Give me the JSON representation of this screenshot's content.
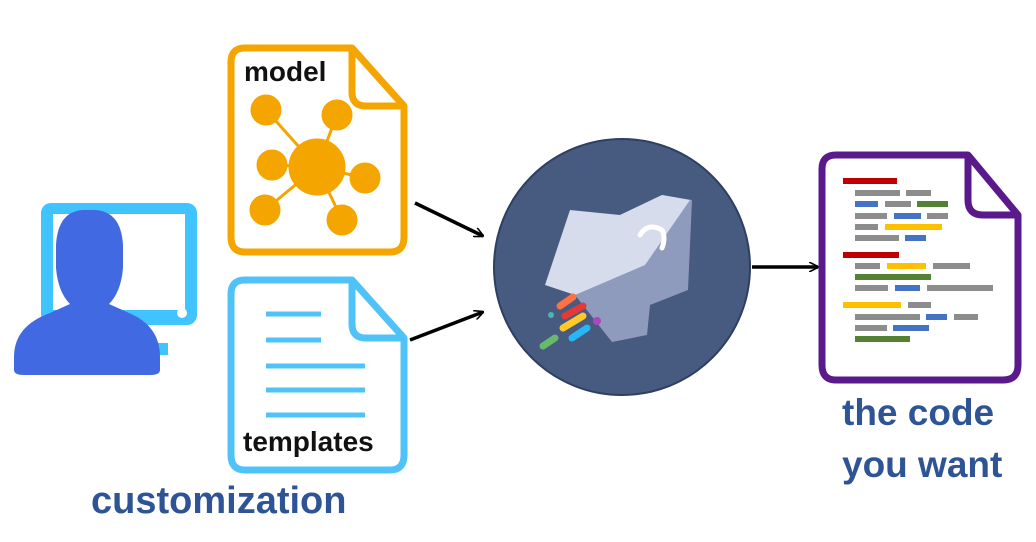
{
  "labels": {
    "model": "model",
    "templates": "templates",
    "customization": "customization",
    "output_line1": "the code",
    "output_line2": "you want"
  },
  "colors": {
    "model_doc": "#f5a500",
    "templates_doc": "#4fc3f7",
    "output_doc": "#5a1a8c",
    "user": "#4169e1",
    "monitor": "#40c4ff",
    "generator_circle": "#475a80",
    "caption": "#2f5496",
    "code_red": "#c00000",
    "code_gray": "#8c8c8c",
    "code_blue": "#4472c4",
    "code_green": "#548235",
    "code_yellow": "#ffc000"
  },
  "icons": {
    "user": "user-at-computer-icon",
    "model": "graph-network-icon",
    "templates": "text-lines-icon",
    "generator": "rocket-icon",
    "output": "code-lines-icon"
  }
}
